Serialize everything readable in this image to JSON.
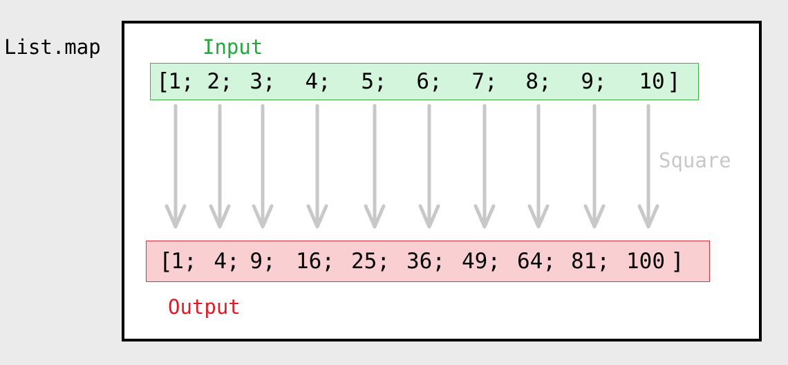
{
  "title": "List.map",
  "input": {
    "label": "Input",
    "open": "[",
    "close": "]",
    "items": [
      "1;",
      "2;",
      "3;",
      "4;",
      "5;",
      "6;",
      "7;",
      "8;",
      "9;",
      "10"
    ]
  },
  "output": {
    "label": "Output",
    "open": "[",
    "close": "]",
    "items": [
      "1;",
      "4;",
      "9;",
      "16;",
      "25;",
      "36;",
      "49;",
      "64;",
      "81;",
      "100"
    ]
  },
  "operation": {
    "label": "Square"
  },
  "colors": {
    "input_fill": "#d3f5dc",
    "input_text": "#22a83a",
    "output_fill": "#f9cfd1",
    "output_text": "#e01b24",
    "arrow": "#c8c8c8",
    "operation_text": "#c8c8c8"
  }
}
